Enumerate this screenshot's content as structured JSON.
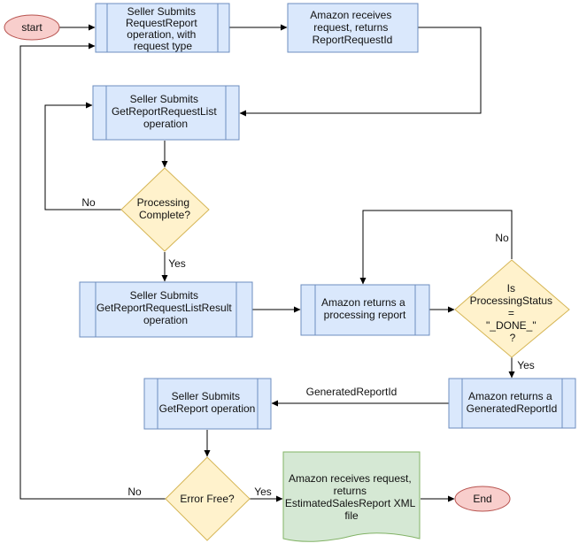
{
  "nodes": {
    "start": "start",
    "submit_request_report": [
      "Seller Submits",
      "RequestReport",
      "operation, with",
      "request type"
    ],
    "amazon_receives_request": [
      "Amazon receives",
      "request, returns",
      "ReportRequestId"
    ],
    "submit_get_report_request_list": [
      "Seller Submits",
      "GetReportRequestList",
      "operation"
    ],
    "processing_complete": [
      "Processing",
      "Complete?"
    ],
    "submit_get_report_request_list_result": [
      "Seller Submits",
      "GetReportRequestListResult",
      "operation"
    ],
    "amazon_returns_processing_report": [
      "Amazon returns a",
      "processing report"
    ],
    "processing_status_done": [
      "Is",
      "ProcessingStatus",
      "=",
      "\"_DONE_\"",
      "?"
    ],
    "amazon_returns_generated_report_id": [
      "Amazon returns a",
      "GeneratedReportId"
    ],
    "submit_get_report": [
      "Seller Submits",
      "GetReport operation"
    ],
    "error_free": [
      "Error Free?"
    ],
    "amazon_returns_xml": [
      "Amazon receives request,",
      "returns",
      "EstimatedSalesReport XML",
      "file"
    ],
    "end": "End"
  },
  "edge_labels": {
    "no_processing": "No",
    "yes_processing": "Yes",
    "no_status": "No",
    "yes_status": "Yes",
    "generated_report_id": "GeneratedReportId",
    "no_error": "No",
    "yes_error": "Yes"
  }
}
